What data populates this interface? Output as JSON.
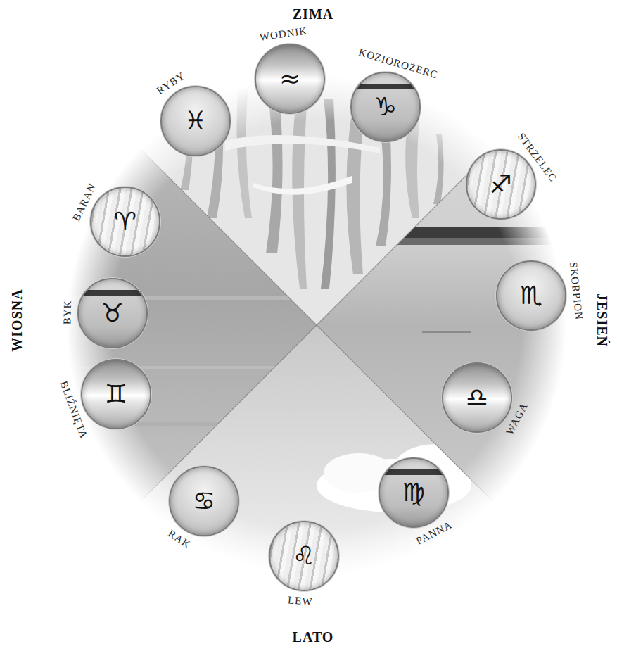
{
  "diagram": {
    "nodes": [
      {
        "text": [
          "≈",
          "WODNIK"
        ]
      },
      {
        "text": [
          "♑",
          "KOZIOROŻERC"
        ]
      },
      {
        "text": [
          "♐",
          "STRZELEC"
        ]
      },
      {
        "text": [
          "♏",
          "SKORPION"
        ]
      },
      {
        "text": [
          "♎",
          "WAGA"
        ]
      },
      {
        "text": [
          "♍",
          "PANNA"
        ]
      },
      {
        "text": [
          "♌",
          "LEW"
        ]
      },
      {
        "text": [
          "♋",
          "RAK"
        ]
      },
      {
        "text": [
          "♊",
          "BLIŹNIĘTA"
        ]
      },
      {
        "text": [
          "♉",
          "BYK"
        ]
      },
      {
        "text": [
          "♈",
          "BARAN"
        ]
      },
      {
        "text": [
          "♓",
          "RYBY"
        ]
      }
    ],
    "labels": [
      "ZIMA",
      "WIOSNA",
      "JESIEŃ",
      "LATO"
    ]
  }
}
